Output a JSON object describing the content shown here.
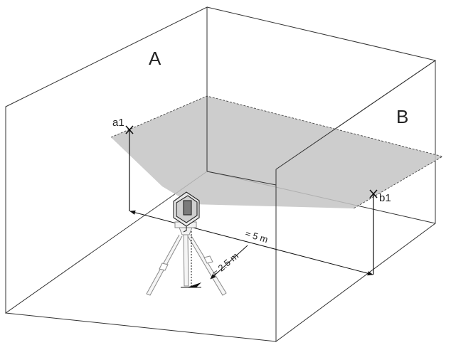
{
  "labels": {
    "wall_a": "A",
    "wall_b": "B",
    "point_a1": "a1",
    "point_b1": "b1",
    "distance_total": "≈ 5 m",
    "distance_half": "≈ 2.5 m"
  }
}
